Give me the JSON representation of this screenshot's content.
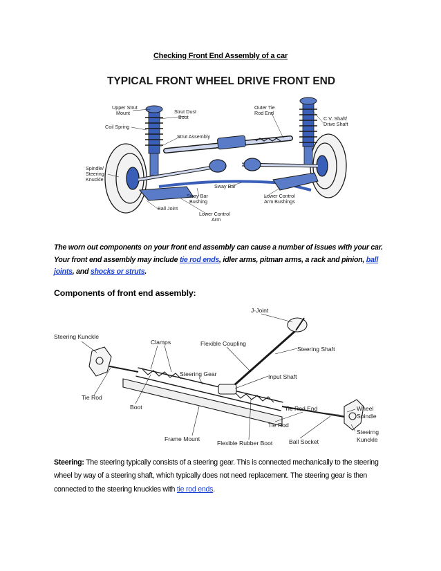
{
  "document": {
    "title": "Checking Front End Assembly of a car"
  },
  "figure1": {
    "heading": "TYPICAL FRONT WHEEL DRIVE FRONT END",
    "labels": {
      "upper_strut_mount_1": "Upper Strut",
      "upper_strut_mount_2": "Mount",
      "strut_dust_boot_1": "Strut Dust",
      "strut_dust_boot_2": "Boot",
      "coil_spring": "Coil Spring",
      "strut_assembly": "Strut Assembly",
      "outer_tie_rod_1": "Outer Tie",
      "outer_tie_rod_2": "Rod End",
      "cv_shaft_1": "C.V. Shaft/",
      "cv_shaft_2": "Drive Shaft",
      "spindle_1": "Spindle/",
      "spindle_2": "Steering",
      "spindle_3": "Knuckle",
      "sway_bar": "Sway Bar",
      "sway_bar_bushing_1": "Sway Bar",
      "sway_bar_bushing_2": "Bushing",
      "ball_joint": "Ball Joint",
      "lower_control_arm_1": "Lower Control",
      "lower_control_arm_2": "Arm",
      "lower_control_bushings_1": "Lower Control",
      "lower_control_bushings_2": "Arm Bushings"
    }
  },
  "intro": {
    "text_1": "The worn out components on your front end assembly can cause a number of issues with your car. Your front end assembly may include ",
    "link_tie_rod_ends": "tie rod ends",
    "text_2": ", idler arms, pitman arms, a rack and pinion, ",
    "link_ball_joints": "ball joints",
    "text_3": ", and ",
    "link_shocks_struts": "shocks or struts",
    "text_4": "."
  },
  "section_heading": "Components of front end assembly:",
  "figure2": {
    "labels": {
      "j_joint": "J-Joint",
      "steering_knuckle_left": "Steering Kunckle",
      "clamps": "Clamps",
      "flexible_coupling": "Flexible Coupling",
      "steering_shaft": "Steering Shaft",
      "steering_gear": "Steering Gear",
      "input_shaft": "Input Shaft",
      "tie_rod_left": "Tie Rod",
      "boot": "Boot",
      "tie_rod_end": "Tie Rod End",
      "wheel_spindle_1": "Wheel",
      "wheel_spindle_2": "Spindle",
      "tie_rod_right": "Tie Rod",
      "steering_knuckle_right_1": "Steeirng",
      "steering_knuckle_right_2": "Kunckle",
      "frame_mount": "Frame Mount",
      "flexible_rubber_boot": "Flexible Rubber Boot",
      "ball_socket": "Ball Socket"
    }
  },
  "steering": {
    "label": "Steering:",
    "text_1": " The steering typically consists of a steering gear. This is connected mechanically to the steering wheel by way of a steering shaft, which typically does not need replacement. The steering gear is then connected to the steering knuckles with ",
    "link_tie_rod_ends": "tie rod ends",
    "text_2": "."
  },
  "colors": {
    "link": "#1a3fd0",
    "diagram_blue": "#3a5fb8",
    "diagram_ink": "#1a1a1a"
  }
}
